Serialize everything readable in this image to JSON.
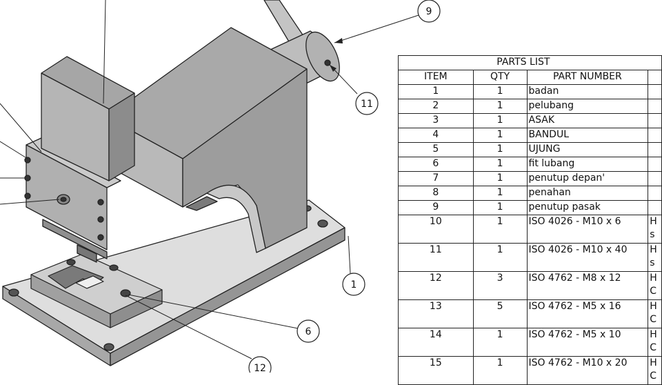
{
  "parts_list": {
    "title": "PARTS LIST",
    "headers": {
      "item": "ITEM",
      "qty": "QTY",
      "part_number": "PART NUMBER"
    },
    "rows": [
      {
        "item": "1",
        "qty": "1",
        "part_number": "badan",
        "desc": ""
      },
      {
        "item": "2",
        "qty": "1",
        "part_number": "pelubang",
        "desc": ""
      },
      {
        "item": "3",
        "qty": "1",
        "part_number": "ASAK",
        "desc": ""
      },
      {
        "item": "4",
        "qty": "1",
        "part_number": "BANDUL",
        "desc": ""
      },
      {
        "item": "5",
        "qty": "1",
        "part_number": "UJUNG",
        "desc": ""
      },
      {
        "item": "6",
        "qty": "1",
        "part_number": "fit lubang",
        "desc": ""
      },
      {
        "item": "7",
        "qty": "1",
        "part_number": "penutup depan'",
        "desc": ""
      },
      {
        "item": "8",
        "qty": "1",
        "part_number": "penahan",
        "desc": ""
      },
      {
        "item": "9",
        "qty": "1",
        "part_number": "penutup pasak",
        "desc": ""
      },
      {
        "item": "10",
        "qty": "1",
        "part_number": "ISO 4026 - M10 x 6",
        "desc": "H\ns"
      },
      {
        "item": "11",
        "qty": "1",
        "part_number": "ISO 4026 - M10 x 40",
        "desc": "H\ns"
      },
      {
        "item": "12",
        "qty": "3",
        "part_number": "ISO 4762 - M8 x 12",
        "desc": "H\nC"
      },
      {
        "item": "13",
        "qty": "5",
        "part_number": "ISO 4762 - M5 x 16",
        "desc": "H\nC"
      },
      {
        "item": "14",
        "qty": "1",
        "part_number": "ISO 4762 - M5 x 10",
        "desc": "H\nC"
      },
      {
        "item": "15",
        "qty": "1",
        "part_number": "ISO 4762 - M10 x 20",
        "desc": "H\nC"
      }
    ]
  },
  "callouts": {
    "c9": "9",
    "c11": "11",
    "c1": "1",
    "c6": "6",
    "c12": "12"
  }
}
